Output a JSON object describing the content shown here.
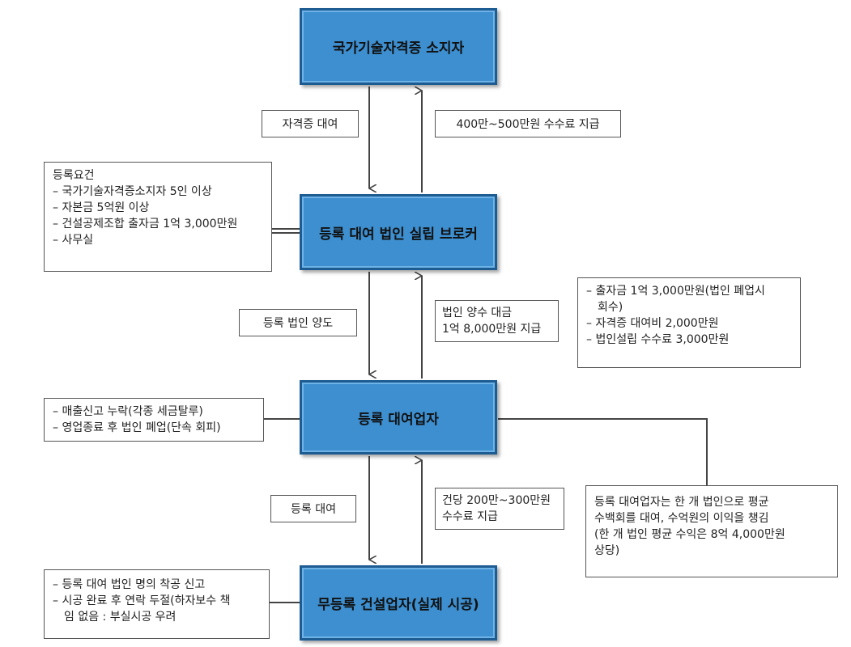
{
  "nodes": {
    "holder": "국가기술자격증 소지자",
    "broker": "등록 대여 법인 실립 브로커",
    "lender": "등록 대여업자",
    "builder": "무등록 건설업자(실제 시공)"
  },
  "edges": {
    "cert_lend": "자격증 대여",
    "fee_400_500": "400만~500만원 수수료 지급",
    "corp_transfer": "등록 법인 양도",
    "corp_price_1": "법인 양수 대금",
    "corp_price_2": "1억 8,000만원 지급",
    "registration_lend": "등록 대여",
    "fee_per_case_1": "건당 200만~300만원",
    "fee_per_case_2": "수수료 지급"
  },
  "notes": {
    "requirements": [
      "등록요건",
      "– 국가기술자격증소지자 5인 이상",
      "– 자본금 5억원 이상",
      "– 건설공제조합 출자금 1억 3,000만원",
      "– 사무실"
    ],
    "costs": [
      "– 출자금 1억 3,000만원(법인 폐업시",
      "회수)",
      "– 자격증 대여비 2,000만원",
      "– 법인설립 수수료 3,000만원"
    ],
    "lender_issues": [
      "– 매출신고 누락(각종 세금탈루)",
      "– 영업종료 후 법인 폐업(단속 회피)"
    ],
    "profit": [
      "등록 대여업자는 한 개 법인으로 평균",
      "수백회를 대여, 수억원의 이익을 챙김",
      "(한 개 법인 평균 수익은 8억 4,000만원",
      "상당)"
    ],
    "builder_issues": [
      "–  등록 대여 법인 명의 착공 신고",
      "– 시공 완료 후 연락 두절(하자보수 책",
      "임 없음 : 부실시공 우려"
    ]
  },
  "colors": {
    "node_fill": "#3d8fd0",
    "node_border": "#1c5c93",
    "line": "#444444"
  }
}
